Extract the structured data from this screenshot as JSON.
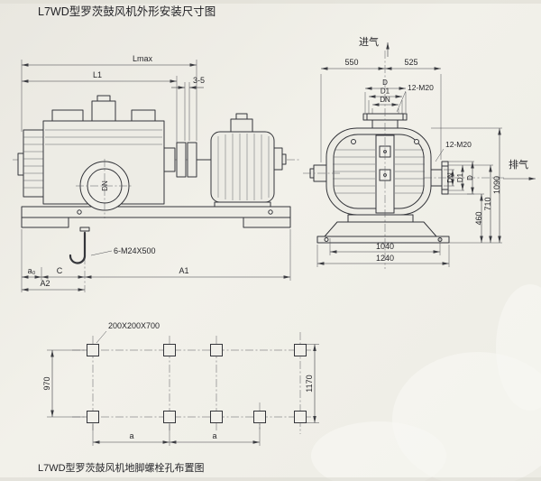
{
  "titles": {
    "top": "L7WD型罗茨鼓风机外形安装尺寸图",
    "bottom": "L7WD型罗茨鼓风机地脚螺栓孔布置图"
  },
  "side_view": {
    "lmax": "Lmax",
    "l1": "L1",
    "gap": "3-5",
    "dn": "DN",
    "anchor": "6-M24X500",
    "a0": "a₀",
    "c": "C",
    "a1": "A1",
    "a2": "A2"
  },
  "end_view": {
    "intake": "进气",
    "exhaust": "排气",
    "w550": "550",
    "w525": "525",
    "d": "D",
    "d1": "D1",
    "dn": "DN",
    "bolts_top": "12-M20",
    "bolts_side": "12-M20",
    "r_dn": "DN",
    "r_d1": "D1",
    "r_d": "D",
    "h460": "460",
    "h710": "710",
    "h1090": "1090",
    "w1040": "1040",
    "w1240": "1240"
  },
  "foundation": {
    "hole_note": "200X200X700",
    "v970": "970",
    "v1170": "1170",
    "a_left": "a",
    "a_right": "a"
  }
}
